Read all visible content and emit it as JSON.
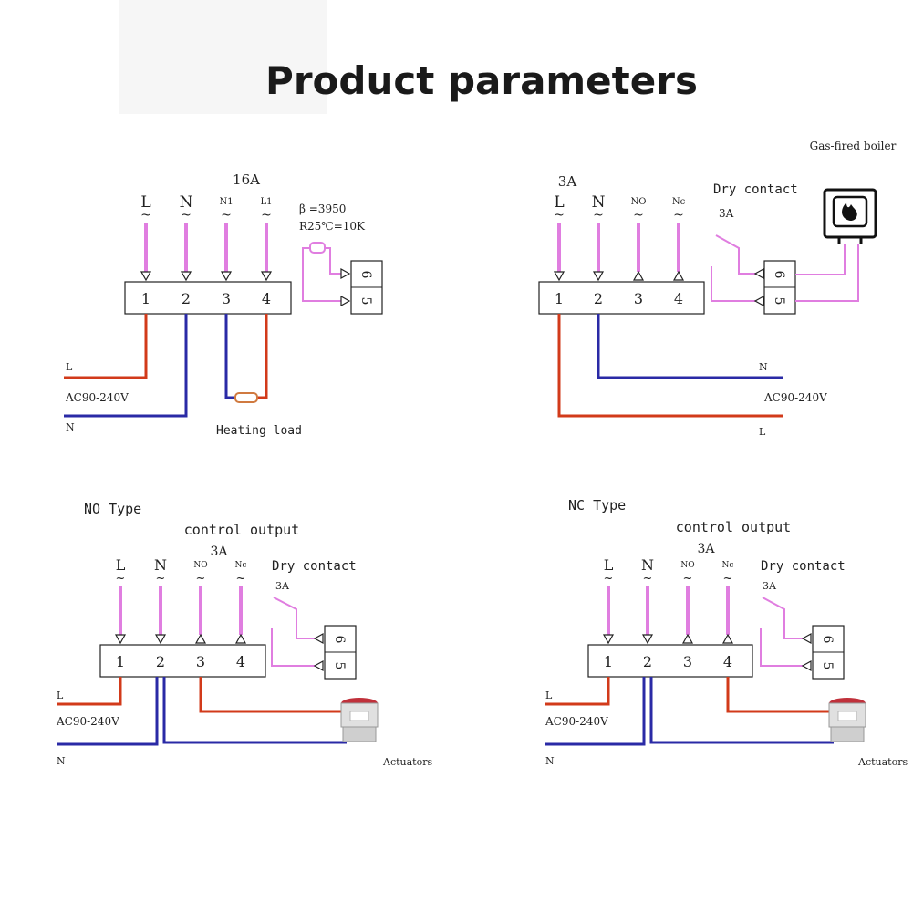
{
  "title": "Product parameters",
  "colors": {
    "line_L": "#d23a1a",
    "line_N": "#2a2aa6",
    "signal": "#e07ee0",
    "block": "#222222",
    "text": "#222222"
  },
  "d1": {
    "current": "16A",
    "lbl_L": "L",
    "lbl_N": "N",
    "lbl_N1": "N1",
    "lbl_L1": "L1",
    "tilde": "~",
    "beta": "β =3950",
    "r25": "R25℃=10K",
    "t1": "1",
    "t2": "2",
    "t3": "3",
    "t4": "4",
    "t5": "5",
    "t6": "6",
    "wire_L": "L",
    "supply": "AC90-240V",
    "wire_N": "N",
    "load": "Heating load"
  },
  "d2": {
    "boiler": "Gas-fired boiler",
    "current": "3A",
    "lbl_L": "L",
    "lbl_N": "N",
    "lbl_NO": "NO",
    "lbl_NC": "Nc",
    "tilde": "~",
    "dry": "Dry contact",
    "dry_current": "3A",
    "t1": "1",
    "t2": "2",
    "t3": "3",
    "t4": "4",
    "t5": "5",
    "t6": "6",
    "wire_N": "N",
    "supply": "AC90-240V",
    "wire_L": "L"
  },
  "d3": {
    "type": "NO Type",
    "control": "control output",
    "current": "3A",
    "lbl_L": "L",
    "lbl_N": "N",
    "lbl_NO": "NO",
    "lbl_NC": "Nc",
    "tilde": "~",
    "dry": "Dry contact",
    "dry_current": "3A",
    "t1": "1",
    "t2": "2",
    "t3": "3",
    "t4": "4",
    "t5": "5",
    "t6": "6",
    "wire_L": "L",
    "supply": "AC90-240V",
    "wire_N": "N",
    "actuators": "Actuators"
  },
  "d4": {
    "type": "NC Type",
    "control": "control output",
    "current": "3A",
    "lbl_L": "L",
    "lbl_N": "N",
    "lbl_NO": "NO",
    "lbl_NC": "Nc",
    "tilde": "~",
    "dry": "Dry contact",
    "dry_current": "3A",
    "t1": "1",
    "t2": "2",
    "t3": "3",
    "t4": "4",
    "t5": "5",
    "t6": "6",
    "wire_L": "L",
    "supply": "AC90-240V",
    "wire_N": "N",
    "actuators": "Actuators"
  }
}
